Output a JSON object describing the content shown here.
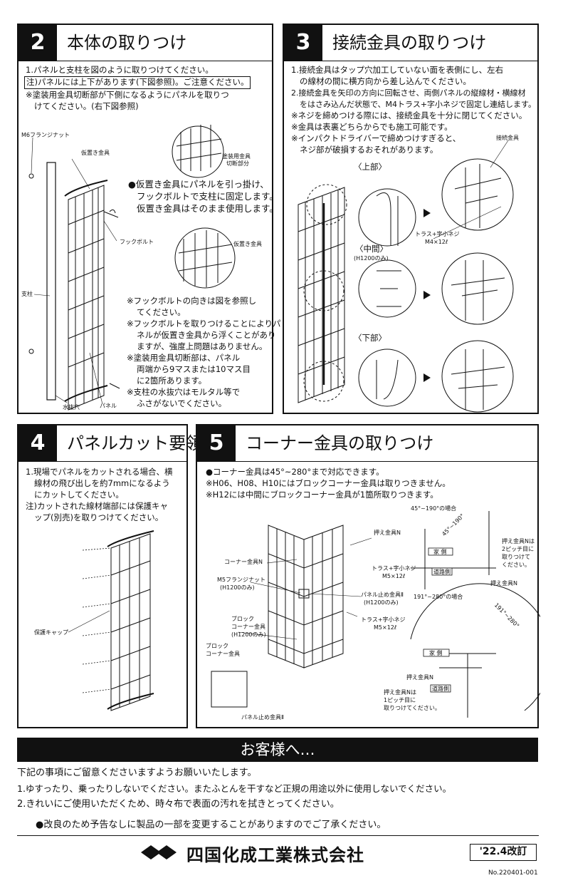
{
  "s2": {
    "num": "2",
    "title": "本体の取りつけ",
    "l1": "1.パネルと支柱を図のように取りつけてください。",
    "l2": "注)パネルには上下があります(下図参照)。ご注意ください。",
    "l3": "※塗装用金具切断部が下側になるようにパネルを取りつ",
    "l4": "けてください。(右下図参照)",
    "nut": "M6フランジナット",
    "kari": "仮置き金具",
    "kari2": "仮置き金具",
    "hook": "フックボルト",
    "post": "支柱",
    "drain": "水抜穴",
    "panel": "パネル",
    "cut1": "塗装用金具",
    "cut2": "切断部分",
    "b1": "●仮置き金具にパネルを引っ掛け、",
    "b2": "フックボルトで支柱に固定します。",
    "b3": "仮置き金具はそのまま使用します。",
    "n1": "※フックボルトの向きは図を参照し",
    "n2": "てください。",
    "n3": "※フックボルトを取りつけることによりパ",
    "n4": "ネルが仮置き金具から浮くことがあり",
    "n5": "ますが、強度上問題はありません。",
    "n6": "※塗装用金具切断部は、パネル",
    "n7": "両端から9マスまたは10マス目",
    "n8": "に2箇所あります。",
    "n9": "※支柱の水抜穴はモルタル等で",
    "n10": "ふさがないでください。"
  },
  "s3": {
    "num": "3",
    "title": "接続金具の取りつけ",
    "l1": "1.接続金具はタップ穴加工していない面を表側にし、左右",
    "l2": "の線材の間に横方向から差し込んでください。",
    "l3": "2.接続金具を矢印の方向に回転させ、両側パネルの縦線材・横線材",
    "l4": "をはさみ込んだ状態で、M4トラス+字小ネジで固定し連結します。",
    "l5": "※ネジを締めつける際には、接続金具を十分に閉じてください。",
    "l6": "※金具は表裏どちらからでも施工可能です。",
    "l7": "※インパクトドライバーで締めつけすぎると、",
    "l8": "ネジ部が破損するおそれがあります。",
    "joint": "接続金具",
    "top": "〈上部〉",
    "mid": "〈中間〉",
    "midsub": "(H1200のみ)",
    "bot": "〈下部〉",
    "screw": "トラス+字小ネジ",
    "screwsize": "M4×12ℓ"
  },
  "s4": {
    "num": "4",
    "title": "パネルカット要領",
    "l1": "1.現場でパネルをカットされる場合、横",
    "l2": "線材の飛び出しを約7mmになるよう",
    "l3": "にカットしてください。",
    "l4": "注)カットされた線材端部には保護キャ",
    "l5": "ップ(別売)を取りつけてください。",
    "cap": "保護キャップ"
  },
  "s5": {
    "num": "5",
    "title": "コーナー金具の取りつけ",
    "l1": "●コーナー金具は45°~280°まで対応できます。",
    "l2": "※H06、H08、H10にはブロックコーナー金具は取りつきません。",
    "l3": "※H12には中間にブロックコーナー金具が1箇所取りつきます。",
    "presN": "押え金具N",
    "cornerN": "コーナー金具N",
    "screw": "トラス+字小ネジ",
    "screwsize": "M5×12ℓ",
    "m5": "M5フランジナット",
    "h1200": "(H1200のみ)",
    "stopII": "パネル止め金具Ⅱ",
    "h1200b": "(H1200のみ)",
    "block1": "ブロック",
    "block2": "コーナー金具",
    "h1200c": "(H1200のみ)",
    "screw2": "トラス+字小ネジ",
    "screwsize2": "M5×12ℓ",
    "block3": "ブロック",
    "block4": "コーナー金具",
    "stopII2": "パネル止め金具Ⅱ",
    "case1": "45°~190°の場合",
    "arc1": "45°~190°",
    "house": "家 側",
    "road": "道路側",
    "presN2": "押え金具N",
    "note1a": "押え金具Nは",
    "note1b": "2ピッチ目に",
    "note1c": "取りつけて",
    "note1d": "ください。",
    "case2": "191°~280°の場合",
    "arc2": "191°~280°",
    "house2": "家 側",
    "presN3": "押え金具N",
    "road2": "道路側",
    "note2a": "押え金具Nは",
    "note2b": "1ピッチ目に",
    "note2c": "取りつけてください。"
  },
  "footer": {
    "bar": "お客様へ…",
    "f1": "下記の事項にご留意くださいますようお願いいたします。",
    "f2": "1.ゆすったり、乗ったりしないでください。またふとんを干すなど正規の用途以外に使用しないでください。",
    "f3": "2.きれいにご使用いただくため、時々布で表面の汚れを拭きとってください。",
    "f4": "●改良のため予告なしに製品の一部を変更することがありますのでご了承ください。",
    "company": "四国化成工業株式会社",
    "rev": "'22.4改訂",
    "docno": "No.220401-001"
  }
}
